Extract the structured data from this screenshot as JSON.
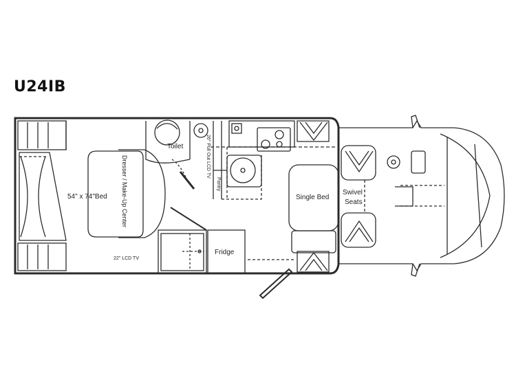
{
  "model": "U24IB",
  "labels": {
    "bed": "54\" x 74\"Bed",
    "dresser": "Dresser / Make-Up Center",
    "toilet": "Toilet",
    "pullout_tv": "26\" Pull Out LCD TV",
    "pantry": "Pantry",
    "single_bed": "Single Bed",
    "swivel_line1": "Swivel",
    "swivel_line2": "Seats",
    "fridge": "Fridge",
    "lcd_tv": "22\" LCD TV"
  },
  "colors": {
    "line": "#2b2b2b",
    "background": "#ffffff"
  }
}
